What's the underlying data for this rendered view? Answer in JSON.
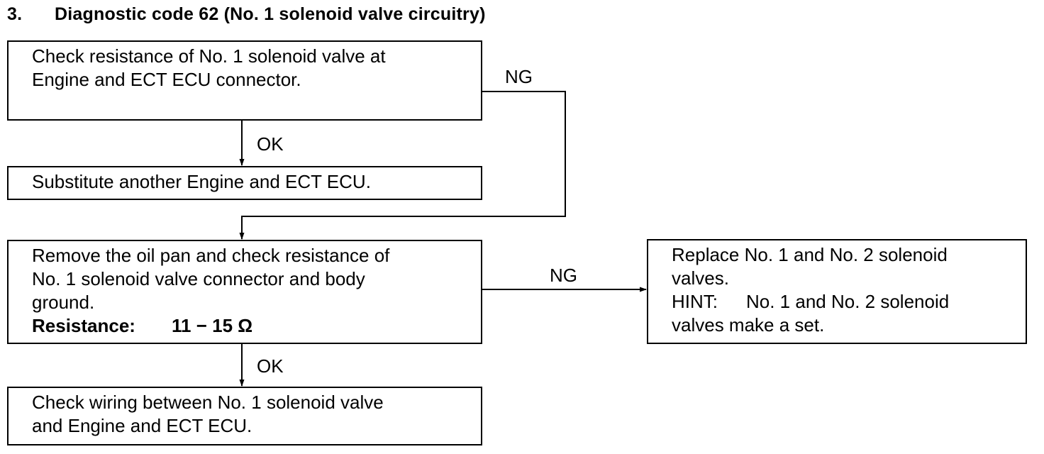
{
  "title": {
    "number": "3.",
    "text": "Diagnostic code 62 (No. 1 solenoid valve circuitry)"
  },
  "boxes": {
    "check_ecu": {
      "lines": [
        "Check resistance of No. 1 solenoid valve at",
        "Engine and ECT ECU connector."
      ]
    },
    "substitute": {
      "lines": [
        "Substitute another Engine and ECT ECU."
      ]
    },
    "oil_pan": {
      "lines": [
        "Remove the oil pan and check resistance of",
        "No. 1 solenoid valve connector and body",
        "ground."
      ],
      "spec_label": "Resistance:",
      "spec_value": "11 − 15 Ω"
    },
    "wiring": {
      "lines": [
        "Check wiring between No. 1 solenoid valve",
        "and Engine and ECT ECU."
      ]
    },
    "replace": {
      "lines": [
        "Replace No. 1 and No. 2 solenoid",
        "valves."
      ],
      "hint_label": "HINT:",
      "hint_lines": [
        "No. 1 and No. 2 solenoid",
        "valves make a set."
      ]
    }
  },
  "labels": {
    "ok_1": "OK",
    "ng_1": "NG",
    "ng_2": "NG",
    "ok_2": "OK"
  }
}
